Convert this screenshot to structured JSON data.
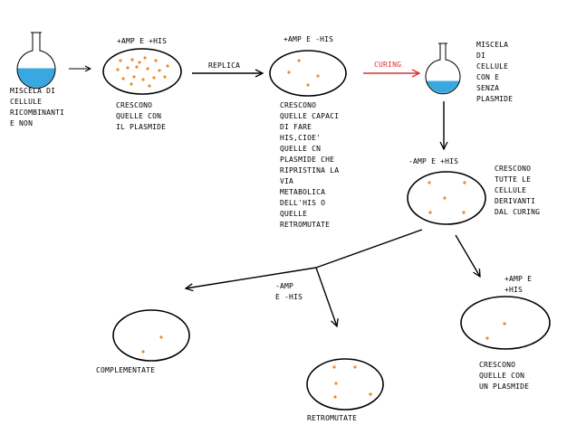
{
  "colors": {
    "line": "#000000",
    "curing": "#d83030",
    "colony": "#f08a24",
    "medium": "#3aa8e0",
    "ink": "#000000"
  },
  "flask_left": {
    "label": "MISCELA DI\nCELLULE\nRICOMBINANTI\nE NON"
  },
  "plate_top_left": {
    "medium": "+AMP E +HIS",
    "caption": "CRESCONO\nQUELLE CON\nIL PLASMIDE"
  },
  "arrow_replica": {
    "label": "REPLICA"
  },
  "plate_top_middle": {
    "medium": "+AMP E -HIS",
    "caption": "CRESCONO\nQUELLE CAPACI\nDI FARE\nHIS,CIOE'\nQUELLE CN\nPLASMIDE CHE\nRIPRISTINA LA\nVIA\nMETABOLICA\nDELL'HIS O\nQUELLE\nRETROMUTATE"
  },
  "arrow_curing": {
    "label": "CURING"
  },
  "flask_right": {
    "label": "MISCELA\nDI\nCELLULE\nCON E\nSENZA\nPLASMIDE"
  },
  "plate_mid_right": {
    "medium": "-AMP E +HIS",
    "caption": "CRESCONO\nTUTTE LE\nCELLULE\nDERIVANTI\nDAL CURING"
  },
  "branch_medium": {
    "label": "-AMP\nE -HIS"
  },
  "plate_bottom_left": {
    "caption": "COMPLEMENTATE"
  },
  "plate_bottom_middle": {
    "caption": "RETROMUTATE"
  },
  "plate_bottom_right": {
    "medium": "+AMP E\n+HIS",
    "caption": "CRESCONO\nQUELLE CON\nUN PLASMIDE"
  }
}
